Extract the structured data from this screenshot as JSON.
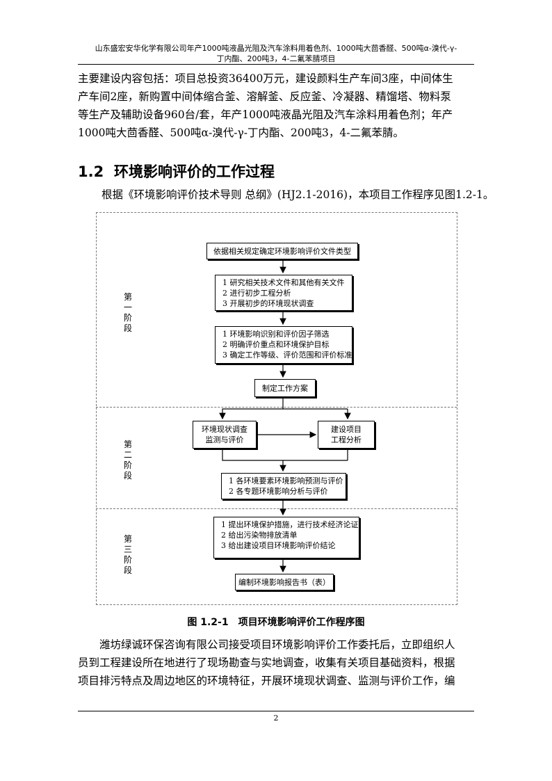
{
  "header": {
    "line1": "山东盛宏安华化学有限公司年产1000吨液晶光阻及汽车涂料用着色剂、1000吨大茴香醛、500吨α-溴代-γ-",
    "line2": "丁内酯、200吨3，4-二氟苯腈项目"
  },
  "intro": {
    "lines": [
      "主要建设内容包括：项目总投资36400万元，建设颜料生产车间3座，中间体生",
      "产车间2座，新购置中间体缩合釜、溶解釜、反应釜、冷凝器、精馏塔、物料泵",
      "等生产及辅助设备960台/套，年产1000吨液晶光阻及汽车涂料用着色剂；年产",
      "1000吨大茴香醛、500吨α-溴代-γ-丁内酯、200吨3，4-二氟苯腈。"
    ]
  },
  "section": {
    "number": "1.2",
    "title": "环境影响评价的工作过程"
  },
  "reference_text": "根据《环境影响评价技术导则  总纲》(HJ2.1-2016)，本项目工作程序见图1.2-1。",
  "flowchart": {
    "stages": [
      {
        "chars": [
          "第",
          "一",
          "阶",
          "段"
        ]
      },
      {
        "chars": [
          "第",
          "二",
          "阶",
          "段"
        ]
      },
      {
        "chars": [
          "第",
          "三",
          "阶",
          "段"
        ]
      }
    ],
    "box_determine": "依据相关规定确定环境影响评价文件类型",
    "box_research": [
      "1 研究相关技术文件和其他有关文件",
      "2 进行初步工程分析",
      "3 开展初步的环境现状调查"
    ],
    "box_identify": [
      "1 环境影响识别和评价因子筛选",
      "2 明确评价重点和环境保护目标",
      "3 确定工作等级、评价范围和评价标准"
    ],
    "box_plan": "制定工作方案",
    "box_survey": [
      "环境现状调查",
      "监测与评价"
    ],
    "box_project": [
      "建设项目",
      "工程分析"
    ],
    "box_predict": [
      "1 各环境要素环境影响预测与评价",
      "2 各专题环境影响分析与评价"
    ],
    "box_measures": [
      "1 提出环境保护措施，进行技术经济论证",
      "2 给出污染物排放清单",
      "3 给出建设项目环境影响评价结论"
    ],
    "box_report": "编制环境影响报告书（表）"
  },
  "caption": {
    "number": "图 1.2-1",
    "title": "项目环境影响评价工作程序图"
  },
  "body": {
    "lines": [
      "潍坊绿诚环保咨询有限公司接受项目环境影响评价工作委托后，立即组织人",
      "员到工程建设所在地进行了现场勘查与实地调查，收集有关项目基础资料，根据",
      "项目排污特点及周边地区的环境特征，开展环境现状调查、监测与评价工作，编"
    ]
  },
  "page_number": "2"
}
